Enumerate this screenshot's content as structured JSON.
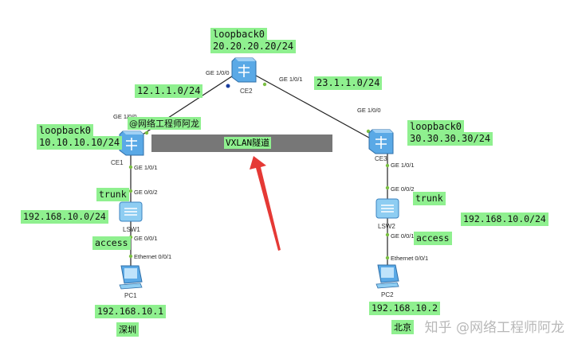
{
  "devices": {
    "ce1": "CE1",
    "ce2": "CE2",
    "ce3": "CE3",
    "lsw1": "LSW1",
    "lsw2": "LSW2",
    "pc1": "PC1",
    "pc2": "PC2"
  },
  "ports": {
    "ce2_ge100": "GE 1/0/0",
    "ce2_ge101": "GE 1/0/1",
    "ce1_ge100": "GE 1/0/0",
    "ce1_ge101": "GE 1/0/1",
    "ce3_ge100": "GE 1/0/0",
    "ce3_ge101": "GE 1/0/1",
    "lsw1_ge002": "GE 0/0/2",
    "lsw1_ge001": "GE 0/0/1",
    "lsw2_ge002": "GE 0/0/2",
    "lsw2_ge001": "GE 0/0/1",
    "pc1_eth": "Ethernet 0/0/1",
    "pc2_eth": "Ethernet 0/0/1"
  },
  "tags": {
    "ce2_loopback_name": "loopback0",
    "ce2_loopback_ip": "20.20.20.20/24",
    "link_ce1_ce2": "12.1.1.0/24",
    "link_ce2_ce3": "23.1.1.0/24",
    "ce1_loopback_name": "loopback0",
    "ce1_loopback_ip": "10.10.10.10/24",
    "ce3_loopback_name": "loopback0",
    "ce3_loopback_ip": "30.30.30.30/24",
    "trunk_left": "trunk",
    "trunk_right": "trunk",
    "access_left": "access",
    "access_right": "access",
    "subnet_left": "192.168.10.0/24",
    "subnet_right": "192.168.10.0/24",
    "pc1_ip": "192.168.10.1",
    "pc2_ip": "192.168.10.2",
    "city_left": "深圳",
    "city_right": "北京"
  },
  "tunnel_label": "VXLAN隧道",
  "author": "@网络工程师阿龙",
  "watermark": "知乎 @网络工程师阿龙",
  "colors": {
    "tag_bg": "#8ff08f",
    "router_blue": "#5aa9e6",
    "tunnel_gray": "#777777",
    "arrow_red": "#e53935"
  }
}
